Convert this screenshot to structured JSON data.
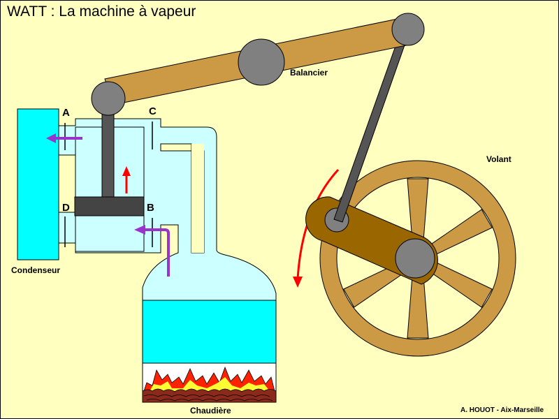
{
  "title": "WATT : La machine à vapeur",
  "labels": {
    "balancier": "Balancier",
    "volant": "Volant",
    "condenseur": "Condenseur",
    "chaudiere": "Chaudière"
  },
  "valves": {
    "a": "A",
    "b": "B",
    "c": "C",
    "d": "D"
  },
  "credit": "A. HOUOT - Aix-Marseille",
  "colors": {
    "background": "#ffffc0",
    "steam": "#ccffff",
    "condenser": "#00ffff",
    "water": "#00ffff",
    "wood": "#cc9944",
    "crank": "#996600",
    "metal": "#808080",
    "rod": "#555555",
    "piston": "#444444",
    "arrow_red": "#ff0000",
    "arrow_purple": "#9933cc",
    "coal": "#8b2a1a"
  }
}
